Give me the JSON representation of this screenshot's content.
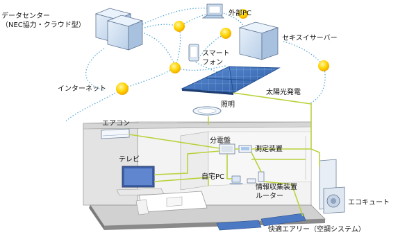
{
  "labels": {
    "datacenter_line1": "データセンター",
    "datacenter_line2": "（NEC協力・クラウド型）",
    "external_pc": "外部PC",
    "security_server": "セキスイサーバー",
    "smartphone_line1": "スマート",
    "smartphone_line2": "フォン",
    "internet": "インターネット",
    "solar_power": "太陽光発電",
    "lighting": "照明",
    "aircon": "エアコン",
    "distribution_board": "分電盤",
    "measurement_device": "測定装置",
    "tv": "テレビ",
    "home_pc": "自宅PC",
    "info_collector": "情報収集装置",
    "router": "ルーター",
    "ecocute": "エコキュート",
    "comfort_area": "快適エアリー（空調システム）"
  },
  "colors": {
    "network_line": "#5aa9d6",
    "power_line": "#b8d23a",
    "cube_face": "#cfe0f2",
    "cube_edge": "#5d7391",
    "node_sun": "#ffd400",
    "solar_panel": "#3d6fb8",
    "house_wall": "#e9e9e9"
  }
}
